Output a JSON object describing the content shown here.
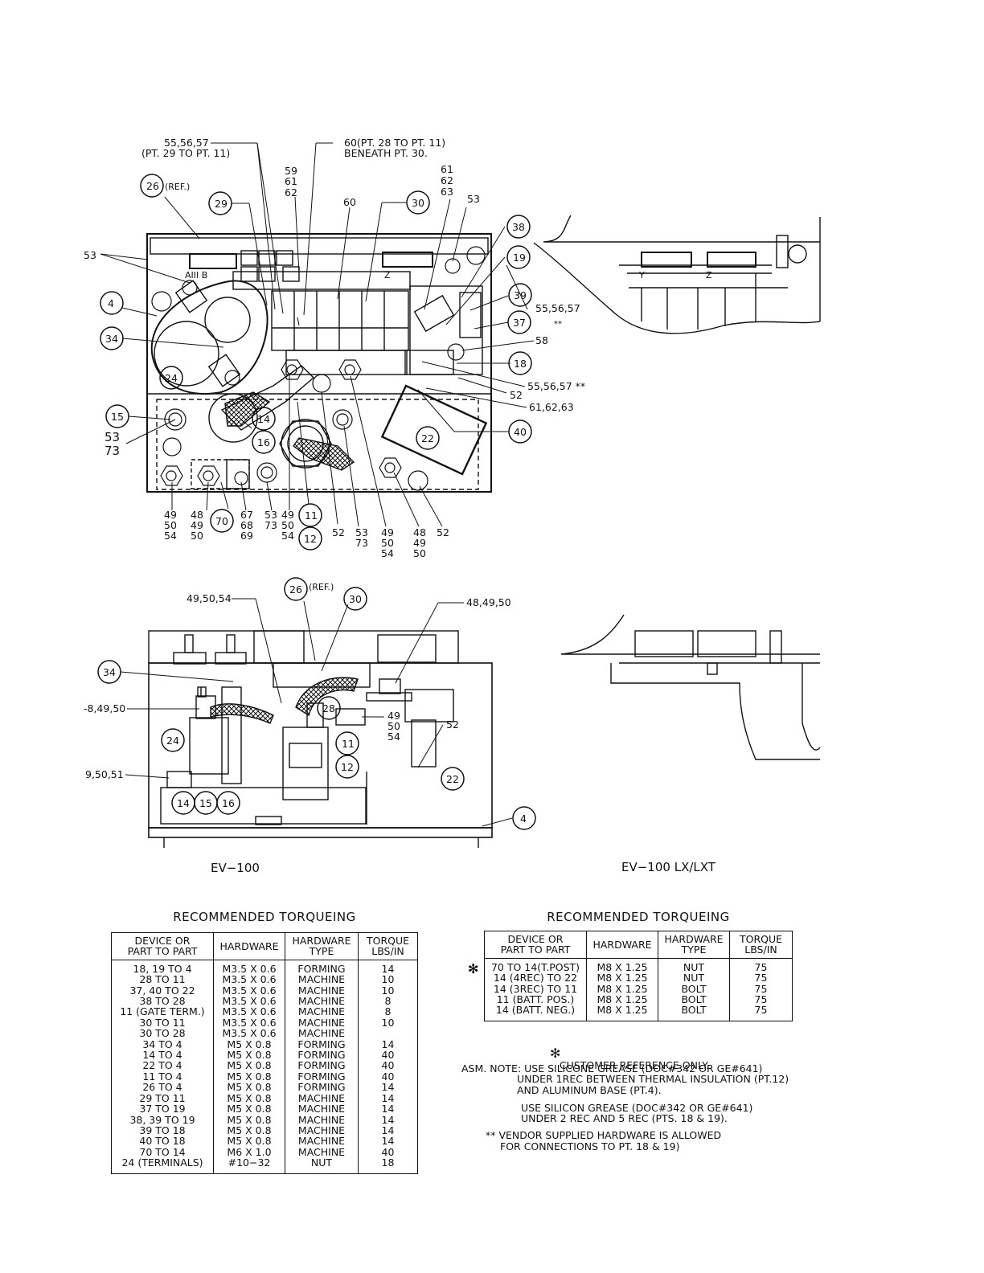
{
  "top_callouts": {
    "c_555657_top": "55,56,57",
    "c_pt29": "(PT. 29 TO PT. 11)",
    "c_60_a": "60(PT. 28 TO PT. 11)",
    "c_60_b": "BENEATH PT. 30.",
    "c_59": "59",
    "c_61a": "61",
    "c_62a": "62",
    "c_61b": "61",
    "c_62b": "62",
    "c_63b": "63",
    "c_60": "60",
    "c_53top": "53",
    "c_53left": "53",
    "c_26": "26",
    "c_ref": "(REF.)",
    "c_29": "29",
    "c_30": "30",
    "c_38": "38",
    "c_19": "19",
    "c_39": "39",
    "c_37": "37",
    "c_4": "4",
    "c_34": "34",
    "c_24": "24",
    "c_18": "18",
    "c_15": "15",
    "c_14": "14",
    "c_16": "16",
    "c_22": "22",
    "c_40": "40",
    "c_70": "70",
    "c_11": "11",
    "c_12": "12",
    "c_555657_r1": "55,56,57",
    "c_stars1": "**",
    "c_58": "58",
    "c_555657_r2": "55,56,57 **",
    "c_52r": "52",
    "c_616263": "61,62,63",
    "c_53_l2": "53",
    "c_73_l2": "73",
    "label_ab": "AIII B",
    "label_z": "Z",
    "label_y": "Y",
    "label_z2": "Z"
  },
  "bottom_stacks": [
    [
      "49",
      "50",
      "54"
    ],
    [
      "48",
      "49",
      "50"
    ],
    [
      "67",
      "68",
      "69"
    ],
    [
      "53",
      "73"
    ],
    [
      "49",
      "50",
      "54"
    ],
    [
      "52"
    ],
    [
      "53",
      "73"
    ],
    [
      "49",
      "50",
      "54"
    ],
    [
      "48",
      "49",
      "50"
    ],
    [
      "52"
    ]
  ],
  "side_view": {
    "c_495054": "49,50,54",
    "c_26": "26",
    "c_ref": "(REF.)",
    "c_30": "30",
    "c_484950r": "48,49,50",
    "c_34": "34",
    "c_484950l": "-8,49,50",
    "c_28": "28",
    "c_49": "49",
    "c_50": "50",
    "c_54": "54",
    "c_52": "52",
    "c_24": "24",
    "c_11": "11",
    "c_12": "12",
    "c_22": "22",
    "c_950_51": "9,50,51",
    "c_14": "14",
    "c_15": "15",
    "c_16": "16",
    "c_4": "4"
  },
  "captions": {
    "left": "EV−100",
    "right": "EV−100 LX/LXT"
  },
  "table1": {
    "title": "RECOMMENDED TORQUEING",
    "headers": [
      "DEVICE OR\nPART TO PART",
      "HARDWARE",
      "HARDWARE\nTYPE",
      "TORQUE\nLBS/IN"
    ],
    "rows": [
      [
        "18, 19 TO 4",
        "M3.5 X 0.6",
        "FORMING",
        "14"
      ],
      [
        "28 TO 11",
        "M3.5 X 0.6",
        "MACHINE",
        "10"
      ],
      [
        "37, 40 TO 22",
        "M3.5 X 0.6",
        "MACHINE",
        "10"
      ],
      [
        "38 TO 28",
        "M3.5 X 0.6",
        "MACHINE",
        "8"
      ],
      [
        "11 (GATE TERM.)",
        "M3.5 X 0.6",
        "MACHINE",
        "8"
      ],
      [
        "30 TO 11",
        "M3.5 X 0.6",
        "MACHINE",
        "10"
      ],
      [
        "30 TO 28",
        "M3.5 X 0.6",
        "MACHINE",
        ""
      ],
      [
        "34 TO 4",
        "M5 X 0.8",
        "FORMING",
        "14"
      ],
      [
        "14 TO 4",
        "M5 X 0.8",
        "FORMING",
        "40"
      ],
      [
        "22 TO 4",
        "M5 X 0.8",
        "FORMING",
        "40"
      ],
      [
        "11 TO 4",
        "M5 X 0.8",
        "FORMING",
        "40"
      ],
      [
        "26 TO 4",
        "M5 X 0.8",
        "FORMING",
        "14"
      ],
      [
        "29 TO 11",
        "M5 X 0.8",
        "MACHINE",
        "14"
      ],
      [
        "37 TO 19",
        "M5 X 0.8",
        "MACHINE",
        "14"
      ],
      [
        "38, 39 TO 19",
        "M5 X 0.8",
        "MACHINE",
        "14"
      ],
      [
        "39 TO 18",
        "M5 X 0.8",
        "MACHINE",
        "14"
      ],
      [
        "40 TO 18",
        "M5 X 0.8",
        "MACHINE",
        "14"
      ],
      [
        "70 TO 14",
        "M6 X 1.0",
        "MACHINE",
        "40"
      ],
      [
        "24 (TERMINALS)",
        "#10−32",
        "NUT",
        "18"
      ]
    ]
  },
  "table2": {
    "title": "RECOMMENDED TORQUEING",
    "headers": [
      "DEVICE OR\nPART TO PART",
      "HARDWARE",
      "HARDWARE\nTYPE",
      "TORQUE\nLBS/IN"
    ],
    "rows": [
      [
        "70 TO 14(T.POST)",
        "M8 X 1.25",
        "NUT",
        "75"
      ],
      [
        "14 (4REC) TO 22",
        "M8 X 1.25",
        "NUT",
        "75"
      ],
      [
        "14 (3REC) TO 11",
        "M8 X 1.25",
        "BOLT",
        "75"
      ],
      [
        "11 (BATT. POS.)",
        "M8 X 1.25",
        "BOLT",
        "75"
      ],
      [
        "14 (BATT. NEG.)",
        "M8 X 1.25",
        "BOLT",
        "75"
      ]
    ],
    "marker": "✻",
    "legend": "CUSTOMER REFERENCE ONLY."
  },
  "notes": {
    "asm_1": "ASM. NOTE: USE SILICONE GREASE (DOC#342 OR GE#641)",
    "asm_2": "UNDER 1REC BETWEEN THERMAL INSULATION (PT.12)",
    "asm_3": "AND ALUMINUM BASE (PT.4).",
    "asm_4": "USE SILICON GREASE (DOC#342 OR GE#641)",
    "asm_5": "UNDER 2 REC AND 5 REC (PTS. 18 & 19).",
    "vendor_1": "** VENDOR SUPPLIED HARDWARE IS ALLOWED",
    "vendor_2": "FOR CONNECTIONS TO PT. 18 & 19)"
  }
}
